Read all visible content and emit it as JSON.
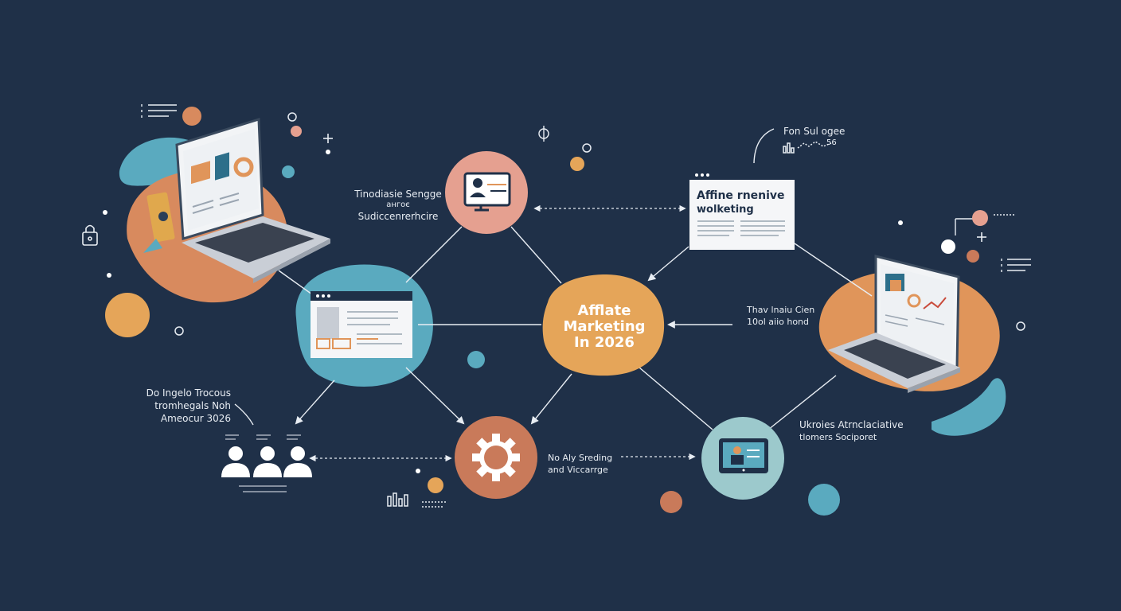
{
  "colors": {
    "background": "#1f3048",
    "orange": "#e0955a",
    "terracotta": "#c97a5a",
    "salmon": "#e5a090",
    "teal": "#5aaabf",
    "pale_teal": "#9cc9cc",
    "hub": "#e5a559"
  },
  "hub": {
    "lines": [
      "Afflate",
      "Marketing",
      "In 2026"
    ]
  },
  "top_left_label": {
    "lines": [
      "Tinodiasie Sengge",
      "ангоє",
      "Sudiccenrerhcire"
    ]
  },
  "top_right_note": {
    "lines": [
      "Fon Sul ogee",
      "56"
    ]
  },
  "article_card": {
    "title_lines": [
      "Affine rnenive",
      "wolketing"
    ]
  },
  "right_label": {
    "lines": [
      "Thav lnaiu Cien",
      "10ol aiio hond"
    ]
  },
  "left_label": {
    "lines": [
      "Do Ingelo Trocous",
      "tromhegals Noh",
      "Ameocur 3026"
    ]
  },
  "gear_label": {
    "lines": [
      "No Aly Sreding",
      "and Viccarrge"
    ]
  },
  "bottom_right_label": {
    "lines": [
      "Ukroies Atrnclaciative",
      "tlomers Sociporet"
    ]
  },
  "icons": [
    "laptop-icon",
    "presenter-icon",
    "browser-window-icon",
    "gear-icon",
    "users-icon",
    "video-player-icon",
    "lock-icon",
    "compass-icon",
    "plus-icon",
    "bar-chart-icon",
    "list-icon"
  ]
}
